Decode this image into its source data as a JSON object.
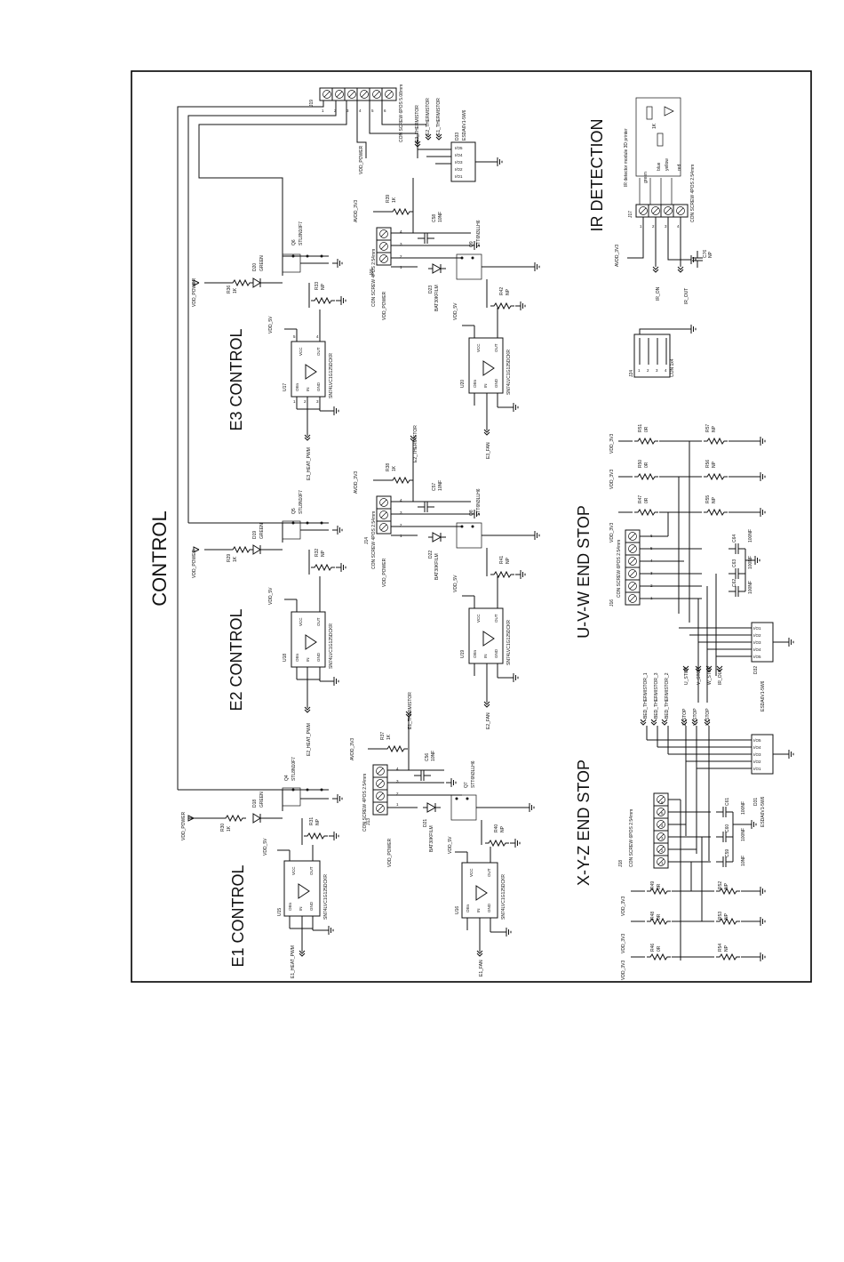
{
  "sections": {
    "control": "CONTROL",
    "e1": "E1 CONTROL",
    "e2": "E2 CONTROL",
    "e3": "E3 CONTROL",
    "ir": "IR DETECTION",
    "uvw": "U-V-W END STOP",
    "xyz": "X-Y-Z END STOP"
  },
  "nets": {
    "vdd_power": "VDD_POWER",
    "vdd_5v": "VDD_5V",
    "avdd_3v3": "AVDD_3V3",
    "vdd_3v3": "VDD_3V3",
    "e1_heat": "E1_HEAT_PWM",
    "e2_heat": "E2_HEAT_PWM",
    "e3_heat": "E3_HEAT_PWM",
    "e1_fan": "E1_FAN",
    "e2_fan": "E2_FAN",
    "e3_fan": "E3_FAN",
    "e1_therm": "E1_THERMISTOR",
    "e2_therm": "E2_THERMISTOR",
    "e3_therm": "E3_THERMISTOR",
    "ir_on": "IR_ON",
    "ir_out": "IR_OUT",
    "bed_1": "BED_THERMISTOR_1",
    "bed_3": "BED_THERMISTOR_3",
    "bed_2": "BED_THERMISTOR_2",
    "u_stop": "U_STOP",
    "v_stop": "V_STOP",
    "w_stop": "W_STOP",
    "x_stop": "X_STOP",
    "y_stop": "Y_STOP",
    "z_stop": "Z_STOP"
  },
  "parts": {
    "u15": "U15",
    "u16": "U16",
    "u17": "U17",
    "u18": "U18",
    "u19": "U19",
    "u20": "U20",
    "buffer": "SN74LVC1G125DCKR",
    "buffer_u15": "SN74LVC1G125DCKR",
    "q4": "Q4",
    "q5": "Q5",
    "q6": "Q6",
    "q7": "Q7",
    "q8": "Q8",
    "q9": "Q9",
    "nfet_big": "STL8N10F7",
    "nfet_small": "STT6N3LLH6",
    "d18": "D18",
    "d19": "D19",
    "d20": "D20",
    "led": "GREEN",
    "d21": "D21",
    "d22": "D22",
    "d23": "D23",
    "schottky": "BAT30KFILM",
    "d31": "D31",
    "d32": "D32",
    "d33": "D33",
    "esd": "ESDA6V1-5W6",
    "j13": "J13",
    "j14": "J14",
    "j15": "J15",
    "j16": "J16",
    "j17": "J17",
    "j18": "J18",
    "j19": "J19",
    "j24": "J24",
    "screw4": "CON SCREW 4POS 2.54mm",
    "screw6_254": "CON SCREW 6POS 2.54mm",
    "screw6_508": "CON SCREW 6POS 5.08mm",
    "con1x4": "CON 1x4",
    "r29": "R29",
    "r30": "R30",
    "r36": "R36",
    "r31": "R31",
    "r32": "R32",
    "r33": "R33",
    "r37": "R37",
    "r38": "R38",
    "r39": "R39",
    "r40": "R40",
    "r41": "R41",
    "r42": "R42",
    "r46": "R46",
    "r48": "R48",
    "r49": "R49",
    "r52": "R52",
    "r53": "R53",
    "r54": "R54",
    "r47": "R47",
    "r50": "R50",
    "r51": "R51",
    "r55": "R55",
    "r56": "R56",
    "r57": "R57",
    "c56": "C56",
    "c57": "C57",
    "c58": "C58",
    "c59": "C59",
    "c60": "C60",
    "c61": "C61",
    "c62": "C62",
    "c63": "C63",
    "c64": "C64",
    "c76": "C76",
    "v1k": "1K",
    "v0r": "0R",
    "vnp": "NP",
    "v10nf": "10NF",
    "v100nf": "100NF"
  },
  "pins": {
    "vcc": "VCC",
    "out": "OUT",
    "oen": "OEn",
    "in": "IN",
    "gnd": "GND",
    "io1": "I/O1",
    "io2": "I/O2",
    "io3": "I/O3",
    "io4": "I/O4",
    "io5": "I/O5",
    "n1": "1",
    "n2": "2",
    "n3": "3",
    "n4": "4",
    "n5": "5",
    "n6": "6"
  },
  "ir_inset": {
    "title": "IR detector module 3D printer",
    "green": "green",
    "blue": "blue",
    "yellow": "yellow",
    "red": "red",
    "r_label": "1K"
  }
}
